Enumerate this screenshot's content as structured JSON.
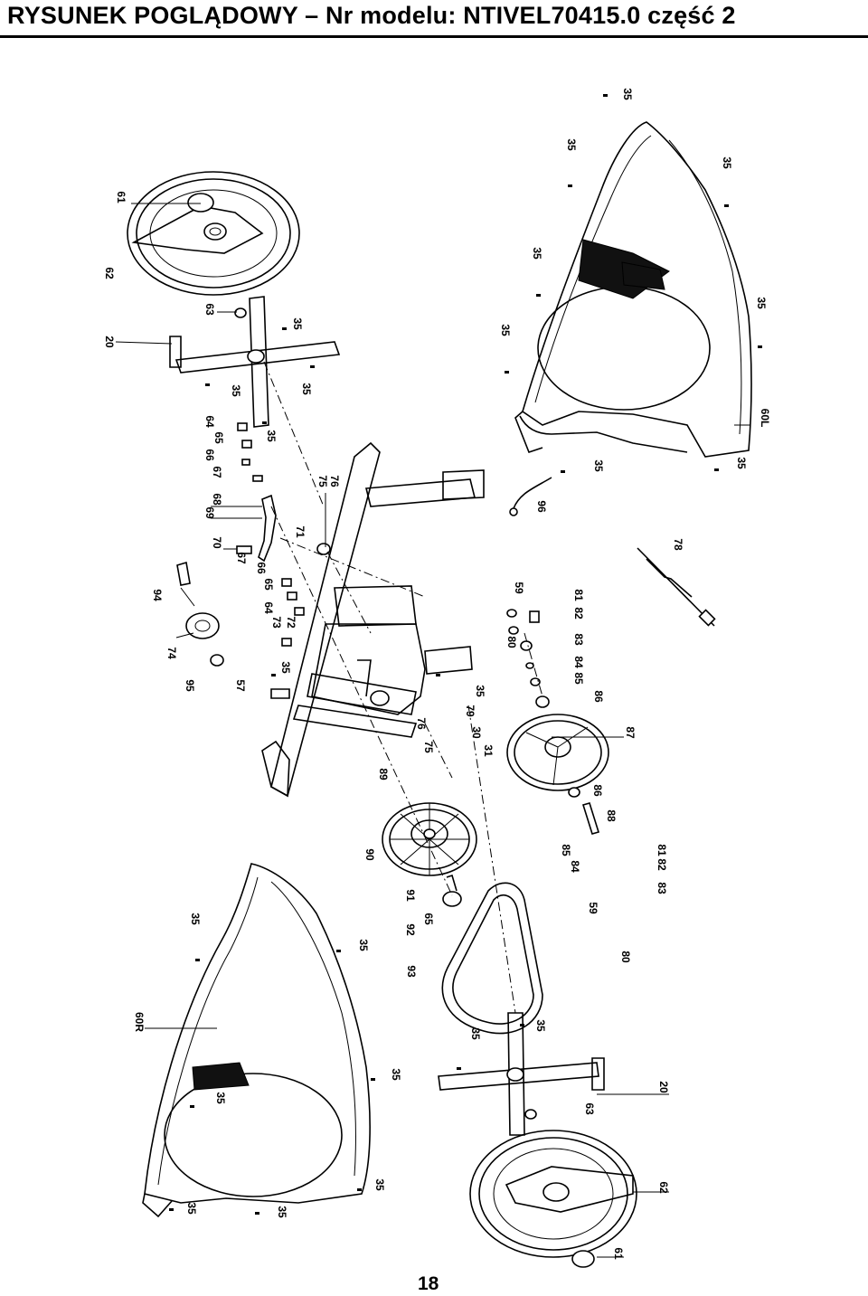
{
  "header": {
    "title": "RYSUNEK POGLĄDOWY – Nr modelu: NTIVEL70415.0 część 2"
  },
  "footer": {
    "page_number": "18"
  },
  "callouts": [
    {
      "label": "35"
    },
    {
      "label": "35"
    },
    {
      "label": "35"
    },
    {
      "label": "61"
    },
    {
      "label": "62"
    },
    {
      "label": "35"
    },
    {
      "label": "35"
    },
    {
      "label": "63"
    },
    {
      "label": "35"
    },
    {
      "label": "20"
    },
    {
      "label": "35"
    },
    {
      "label": "35"
    },
    {
      "label": "35"
    },
    {
      "label": "60L"
    },
    {
      "label": "64"
    },
    {
      "label": "65"
    },
    {
      "label": "35"
    },
    {
      "label": "66"
    },
    {
      "label": "35"
    },
    {
      "label": "35"
    },
    {
      "label": "67"
    },
    {
      "label": "76"
    },
    {
      "label": "75"
    },
    {
      "label": "68"
    },
    {
      "label": "69"
    },
    {
      "label": "96"
    },
    {
      "label": "71"
    },
    {
      "label": "70"
    },
    {
      "label": "78"
    },
    {
      "label": "67"
    },
    {
      "label": "66"
    },
    {
      "label": "65"
    },
    {
      "label": "64"
    },
    {
      "label": "94"
    },
    {
      "label": "59"
    },
    {
      "label": "81"
    },
    {
      "label": "72"
    },
    {
      "label": "73"
    },
    {
      "label": "82"
    },
    {
      "label": "80"
    },
    {
      "label": "83"
    },
    {
      "label": "74"
    },
    {
      "label": "35"
    },
    {
      "label": "84"
    },
    {
      "label": "85"
    },
    {
      "label": "95"
    },
    {
      "label": "57"
    },
    {
      "label": "35"
    },
    {
      "label": "86"
    },
    {
      "label": "79"
    },
    {
      "label": "76"
    },
    {
      "label": "30"
    },
    {
      "label": "87"
    },
    {
      "label": "75"
    },
    {
      "label": "31"
    },
    {
      "label": "89"
    },
    {
      "label": "86"
    },
    {
      "label": "88"
    },
    {
      "label": "90"
    },
    {
      "label": "85"
    },
    {
      "label": "81"
    },
    {
      "label": "84"
    },
    {
      "label": "82"
    },
    {
      "label": "83"
    },
    {
      "label": "91"
    },
    {
      "label": "59"
    },
    {
      "label": "35"
    },
    {
      "label": "65"
    },
    {
      "label": "92"
    },
    {
      "label": "35"
    },
    {
      "label": "80"
    },
    {
      "label": "93"
    },
    {
      "label": "60R"
    },
    {
      "label": "35"
    },
    {
      "label": "35"
    },
    {
      "label": "35"
    },
    {
      "label": "35"
    },
    {
      "label": "20"
    },
    {
      "label": "63"
    },
    {
      "label": "35"
    },
    {
      "label": "62"
    },
    {
      "label": "35"
    },
    {
      "label": "35"
    },
    {
      "label": "61"
    }
  ]
}
